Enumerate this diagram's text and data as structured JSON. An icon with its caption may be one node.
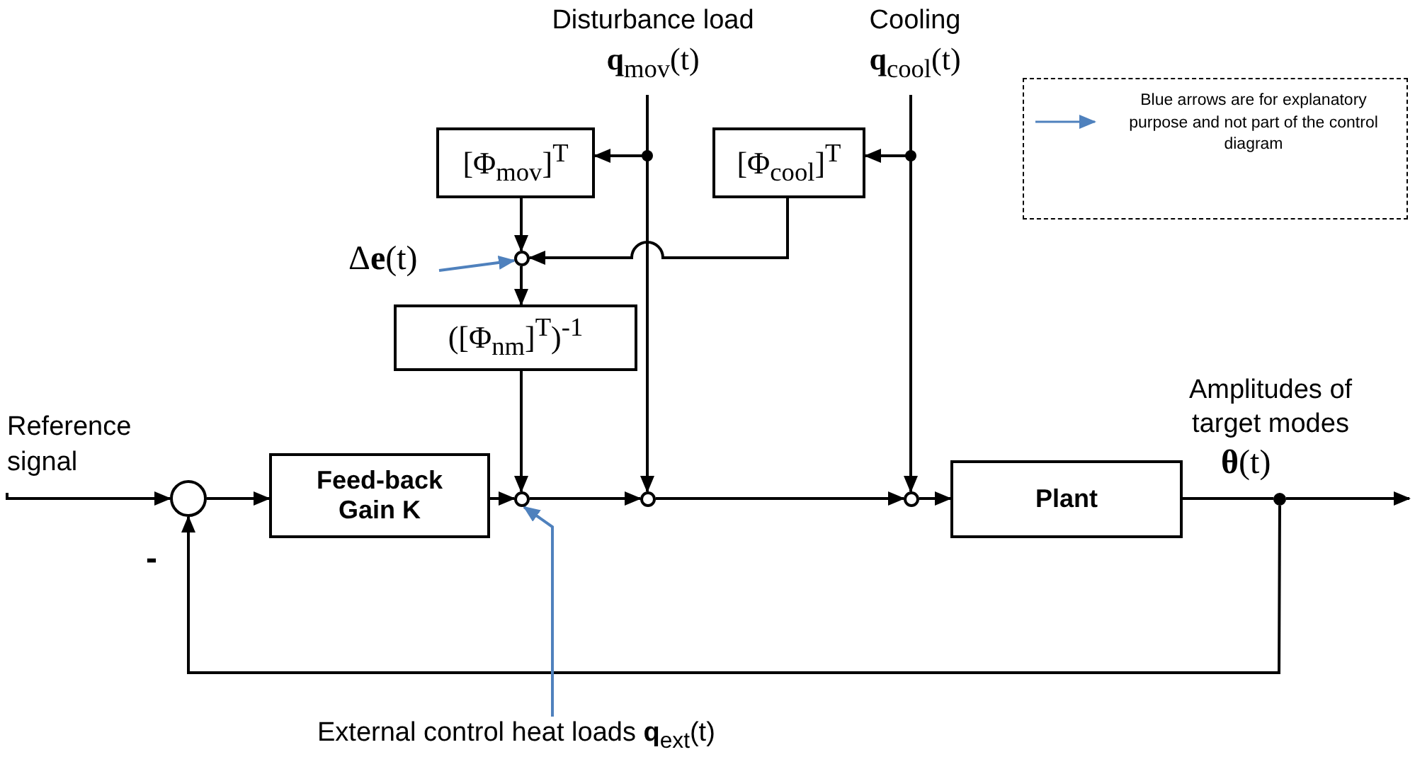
{
  "diagram": {
    "nodes": [
      {
        "text": [
          "Reference signal"
        ]
      },
      {
        "text": [],
        "shape": "circle"
      },
      {
        "text": [
          "Feed-back Gain K"
        ]
      },
      {
        "text": [],
        "shape": "circle"
      },
      {
        "text": [],
        "shape": "circle"
      },
      {
        "text": [],
        "shape": "circle"
      },
      {
        "text": [
          "Plant"
        ]
      },
      {
        "text": [
          "Disturbance load",
          "**q**$_{mov}$(t)"
        ]
      },
      {
        "text": [
          "Cooling",
          "**q**$_{cool}$(t)"
        ]
      },
      {
        "text": [
          "[Φ$_{mov}$]$^{T}$"
        ]
      },
      {
        "text": [
          "[Φ$_{cool}$]$^{T}$"
        ]
      },
      {
        "text": [],
        "shape": "circle"
      },
      {
        "text": [
          "([Φ$_{nm}$]$^{T}$)$^{-1}$"
        ]
      },
      {
        "text": [
          "Δ**e**(t)"
        ]
      },
      {
        "text": [
          "External control heat loads **q**$_{ext}$(t)"
        ]
      },
      {
        "text": [],
        "shape": "circle"
      }
    ],
    "edges": [
      {
        "from": 0,
        "to": 1,
        "arrow": "to"
      },
      {
        "from": 1,
        "to": 2,
        "arrow": "to"
      },
      {
        "from": 2,
        "to": 3,
        "arrow": "to"
      },
      {
        "from": 3,
        "to": 4,
        "arrow": "to"
      },
      {
        "from": 4,
        "to": 5,
        "arrow": "to"
      },
      {
        "from": 5,
        "to": 6,
        "arrow": "to"
      },
      {
        "from": 6,
        "to": 15,
        "arrow": "none"
      },
      {
        "from": 15,
        "to": 1,
        "arrow": "to"
      },
      {
        "from": 7,
        "to": 9,
        "arrow": "to"
      },
      {
        "from": 7,
        "to": 4,
        "arrow": "to"
      },
      {
        "from": 8,
        "to": 10,
        "arrow": "to"
      },
      {
        "from": 8,
        "to": 5,
        "arrow": "to"
      },
      {
        "from": 9,
        "to": 11,
        "arrow": "to"
      },
      {
        "from": 10,
        "to": 11,
        "arrow": "to"
      },
      {
        "from": 11,
        "to": 12,
        "arrow": "to"
      },
      {
        "from": 12,
        "to": 3,
        "arrow": "to"
      },
      {
        "from": 13,
        "to": 11,
        "arrow": "to",
        "color": "#4f81bd"
      },
      {
        "from": 14,
        "to": 3,
        "arrow": "to",
        "color": "#4f81bd"
      },
      {
        "from": 15,
        "to": null,
        "arrow": "to"
      }
    ],
    "labels": [
      "Amplitudes of target modes",
      "**θ**(t)",
      "-"
    ],
    "legend": [
      {
        "text": "Blue arrows are for explanatory purpose and not part of the control diagram"
      }
    ]
  }
}
